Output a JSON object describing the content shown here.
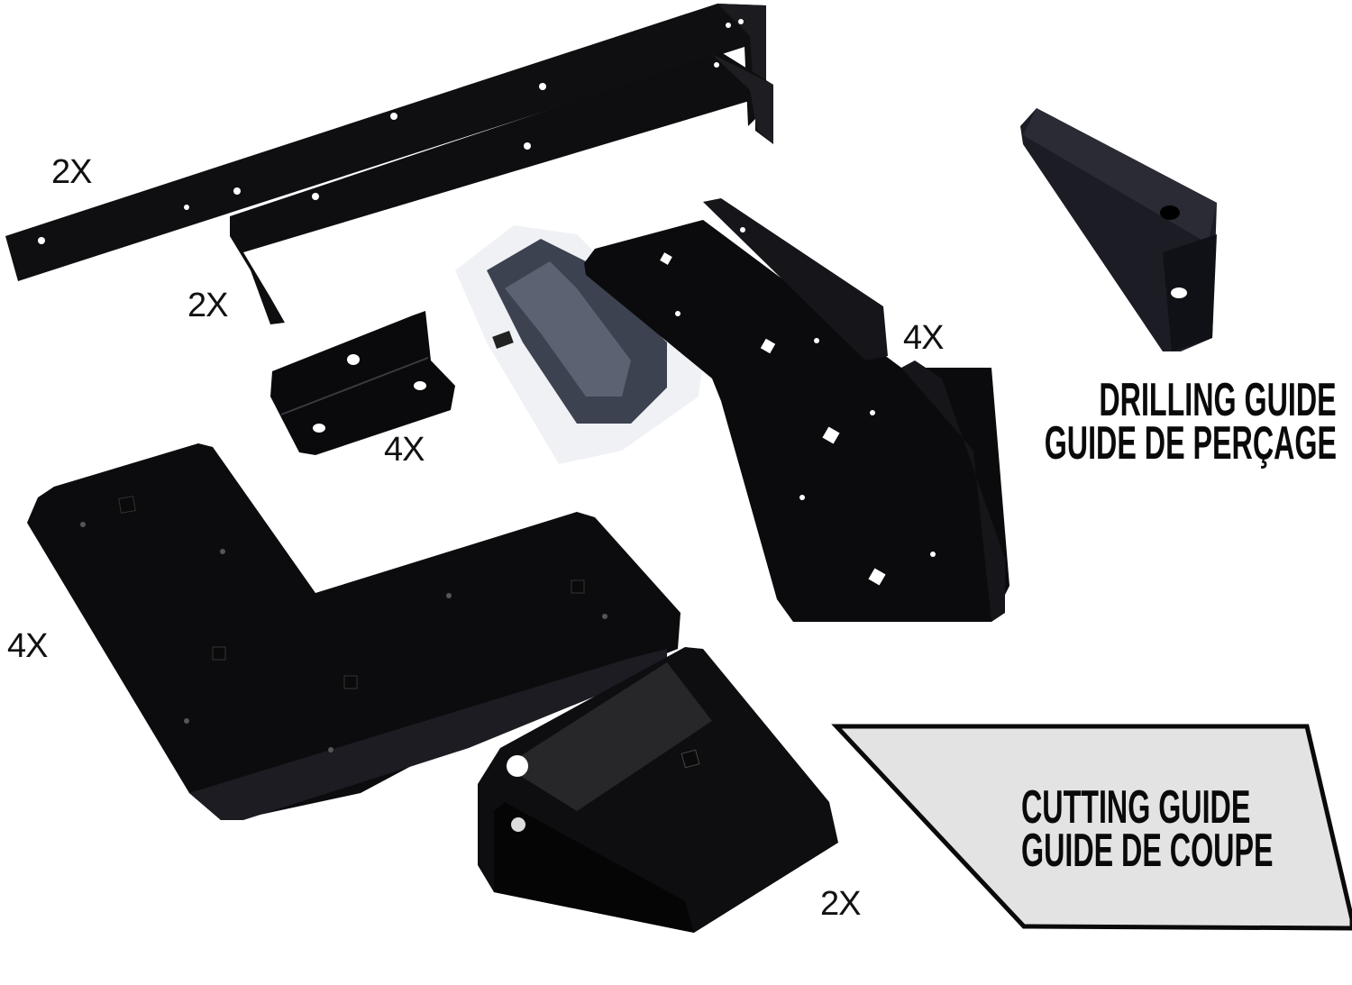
{
  "image": {
    "description": "Product photo of black powder-coated steel bracket kit with quantity labels",
    "background": "#ffffff",
    "part_color": "#0d0d0f"
  },
  "quantity_labels": [
    {
      "id": "long-straps",
      "text": "2X"
    },
    {
      "id": "l-straps",
      "text": "2X"
    },
    {
      "id": "small-angle-brackets",
      "text": "4X"
    },
    {
      "id": "angled-plates",
      "text": "4X"
    },
    {
      "id": "l-plates",
      "text": "4X"
    },
    {
      "id": "u-brackets",
      "text": "2X"
    }
  ],
  "drilling_guide": {
    "line1": "DRILLING GUIDE",
    "line2": "GUIDE DE PERÇAGE"
  },
  "cutting_guide": {
    "line1": "CUTTING GUIDE",
    "line2": "GUIDE DE COUPE",
    "fill": "#e3e3e3",
    "border": "#0a0a0a"
  }
}
